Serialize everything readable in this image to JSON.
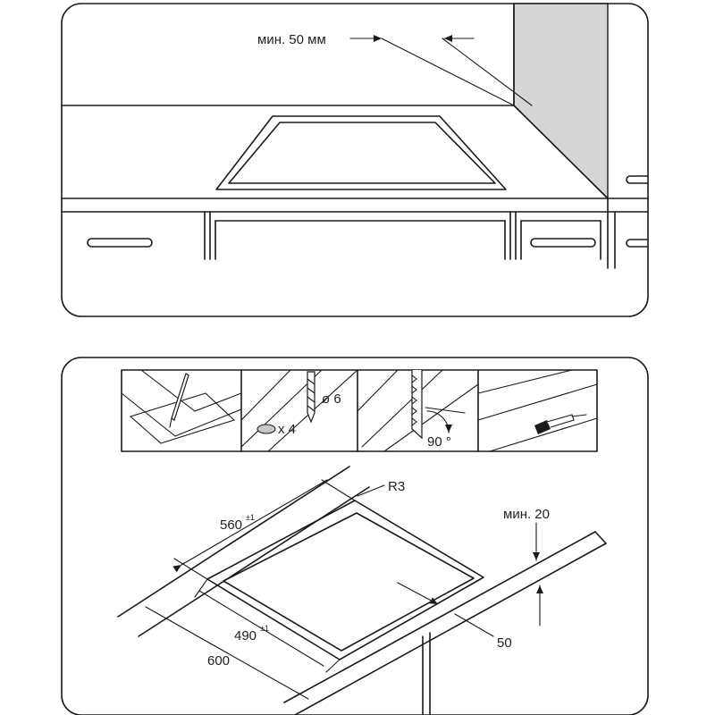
{
  "top_panel": {
    "min_gap_label": "мин. 50 мм"
  },
  "steps": {
    "holes_count": "x 4",
    "drill_diameter": "ø 6",
    "saw_angle": "90 °"
  },
  "cutout": {
    "corner_radius": "R3",
    "width_label": "560",
    "width_tolerance": "±1",
    "depth_label": "490",
    "depth_tolerance": "±1",
    "worktop_depth": "600",
    "front_offset": "50",
    "min_rear_gap": "мин. 20"
  },
  "colors": {
    "line": "#1a1a1a",
    "wall_fill": "#d6d6d6"
  }
}
